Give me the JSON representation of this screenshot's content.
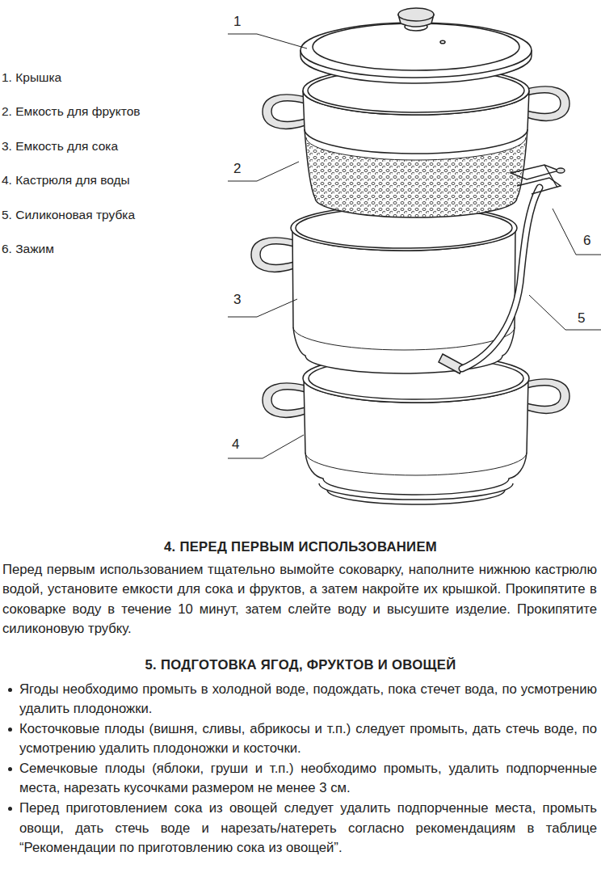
{
  "diagram": {
    "labels": [
      "1. Крышка",
      "2. Емкость для фруктов",
      "3. Емкость для сока",
      "4. Кастрюля для воды",
      "5. Силиконовая трубка",
      "6. Зажим",
      "1",
      "2",
      "6",
      "3",
      "5",
      "4",
      "4. ПЕРЕД ПЕРВЫМ ИСПОЛЬЗОВАНИЕМ",
      "Перед первым использованием тщательно вымойте соковарку, наполните нижнюю кастрюлю водой, установите емкости для сока и фруктов, а затем накройте их крышкой. Прокипятите в соковарке воду в течение 10 минут, затем слейте воду и высушите изделие. Прокипятите силиконовую трубку.",
      "5. ПОДГОТОВКА ЯГОД, ФРУКТОВ И ОВОЩЕЙ",
      "Ягоды необходимо промыть в холодной воде, подождать, пока стечет вода, по усмотрению удалить плодоножки.",
      "Косточковые плоды (вишня, сливы, абрикосы и т.п.) следует промыть, дать стечь воде, по усмотрению удалить плодоножки и косточки.",
      "Семечковые плоды (яблоки, груши и т.п.) необходимо промыть, удалить подпорченные места, нарезать кусочками размером не менее 3 см.",
      "Перед приготовлением сока из овощей следует удалить подпорченные места, промыть овощи, дать стечь воде и нарезать/натереть согласно рекомендациям в таблице “Рекомендации по приготовлению сока из овощей”."
    ]
  }
}
